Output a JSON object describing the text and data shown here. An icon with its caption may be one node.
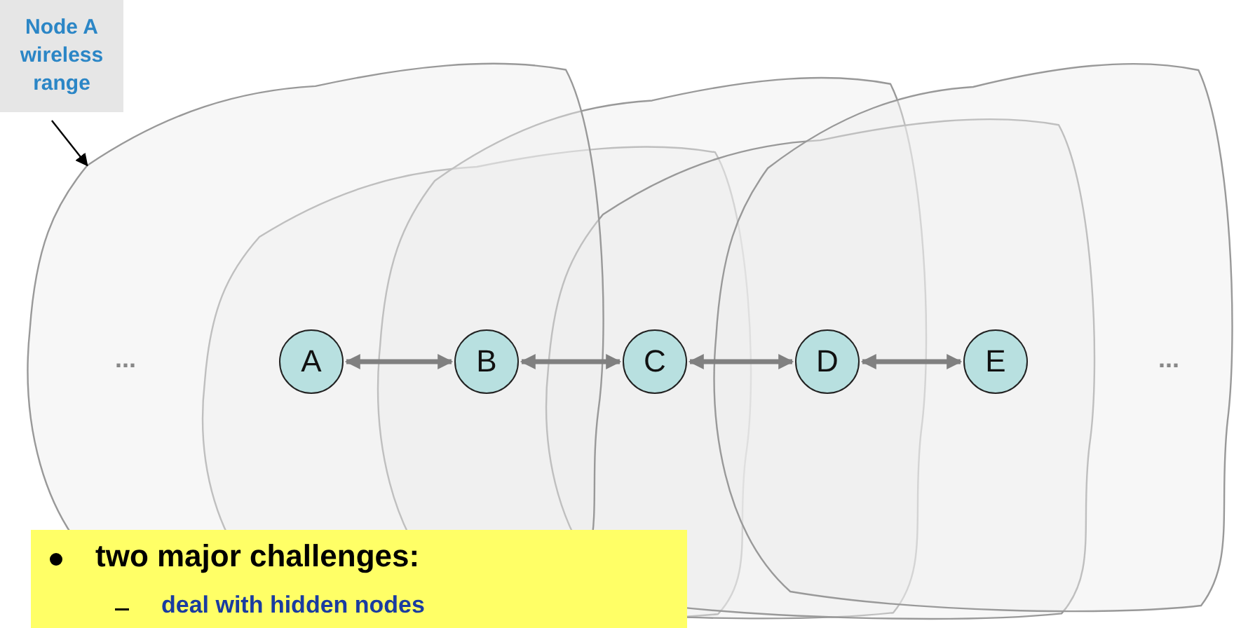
{
  "diagram": {
    "nodes": [
      {
        "text": [
          "Node A wireless range"
        ]
      },
      {
        "text": [],
        "shape": "cloud"
      },
      {
        "text": [
          "A"
        ],
        "in": 1
      },
      {
        "text": [
          "B"
        ],
        "in": 1
      },
      {
        "text": [
          "C"
        ]
      },
      {
        "text": [
          "D"
        ]
      },
      {
        "text": [
          "E"
        ]
      },
      {
        "text": [
          "two major challenges:",
          "deal with hidden nodes"
        ]
      }
    ],
    "edges": [
      {
        "from": 0,
        "to": 1,
        "arrow": "to",
        "color": "#000000"
      },
      {
        "from": 2,
        "to": 3,
        "arrow": "both"
      },
      {
        "from": 3,
        "to": 4,
        "arrow": "both"
      },
      {
        "from": 4,
        "to": 5,
        "arrow": "both"
      },
      {
        "from": 5,
        "to": 6,
        "arrow": "both"
      }
    ],
    "labels": [
      "...",
      "..."
    ]
  }
}
